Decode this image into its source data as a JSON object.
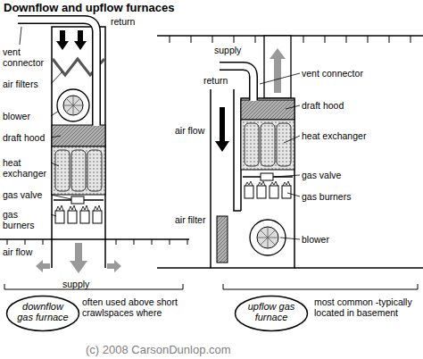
{
  "diagram": {
    "title": "Downflow and upflow furnaces",
    "nodes": [
      {
        "text": [
          "downflow gas furnace"
        ]
      },
      {
        "text": [
          "upflow gas furnace"
        ]
      }
    ],
    "labels": [
      "return",
      "vent connector",
      "air filters",
      "blower",
      "draft hood",
      "heat exchanger",
      "gas valve",
      "gas burners",
      "air flow",
      "supply",
      "often used above short crawlspaces where",
      "supply",
      "vent connector",
      "return",
      "draft hood",
      "air flow",
      "heat exchanger",
      "gas valve",
      "gas burners",
      "air filter",
      "blower",
      "most common -typically located in basement",
      "(c) 2008 CarsonDunlop.com"
    ]
  }
}
